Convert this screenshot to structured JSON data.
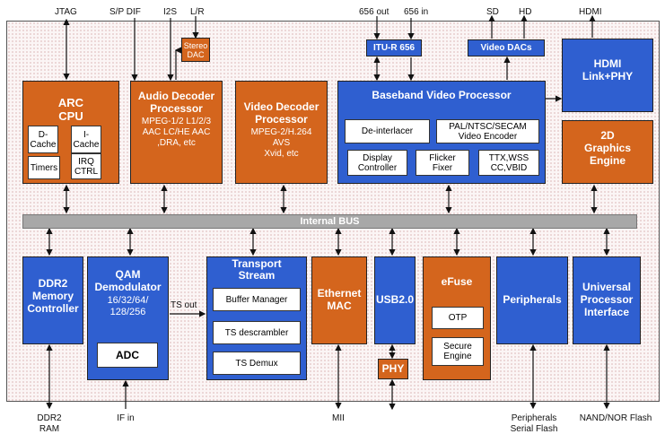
{
  "external": {
    "jtag": "JTAG",
    "spdif": "S/P DIF",
    "i2s": "I2S",
    "lr": "L/R",
    "out656": "656 out",
    "in656": "656 in",
    "sd": "SD",
    "hd": "HD",
    "hdmi": "HDMI",
    "ddr2ram": "DDR2\nRAM",
    "ifin": "IF in",
    "mii": "MII",
    "periph_flash": "Peripherals\nSerial Flash",
    "nand": "NAND/NOR Flash"
  },
  "blocks": {
    "stereo_dac": "Stereo\nDAC",
    "arc_cpu": "ARC\nCPU",
    "dcache": "D-\nCache",
    "icache": "I-\nCache",
    "timers": "Timers",
    "irq": "IRQ\nCTRL",
    "audio_title": "Audio Decoder\nProcessor",
    "audio_sub": "MPEG-1/2 L1/2/3\nAAC LC/HE AAC\n,DRA, etc",
    "video_title": "Video Decoder\nProcessor",
    "video_sub": "MPEG-2/H.264\nAVS\nXvid, etc",
    "itu": "ITU-R 656",
    "vdac": "Video DACs",
    "hdmi_phy": "HDMI\nLink+PHY",
    "bvp": "Baseband Video Processor",
    "deint": "De-interlacer",
    "pal": "PAL/NTSC/SECAM\nVideo Encoder",
    "disp": "Display\nController",
    "flicker": "Flicker\nFixer",
    "ttx": "TTX,WSS\nCC,VBID",
    "g2d": "2D\nGraphics\nEngine",
    "bus": "Internal BUS",
    "ddr2": "DDR2\nMemory\nController",
    "qam_title": "QAM\nDemodulator",
    "qam_sub": "16/32/64/\n128/256",
    "adc": "ADC",
    "ts_out": "TS out",
    "ts_title": "Transport\nStream",
    "buf": "Buffer Manager",
    "tsd": "TS descrambler",
    "tsdemux": "TS Demux",
    "eth": "Ethernet\nMAC",
    "usb": "USB2.0",
    "phy": "PHY",
    "efuse": "eFuse",
    "otp": "OTP",
    "secure": "Secure\nEngine",
    "periph": "Peripherals",
    "upi": "Universal\nProcessor\nInterface"
  },
  "colors": {
    "orange": "#d4651d",
    "blue": "#2f5fd0",
    "bus": "#a8a8a8"
  }
}
